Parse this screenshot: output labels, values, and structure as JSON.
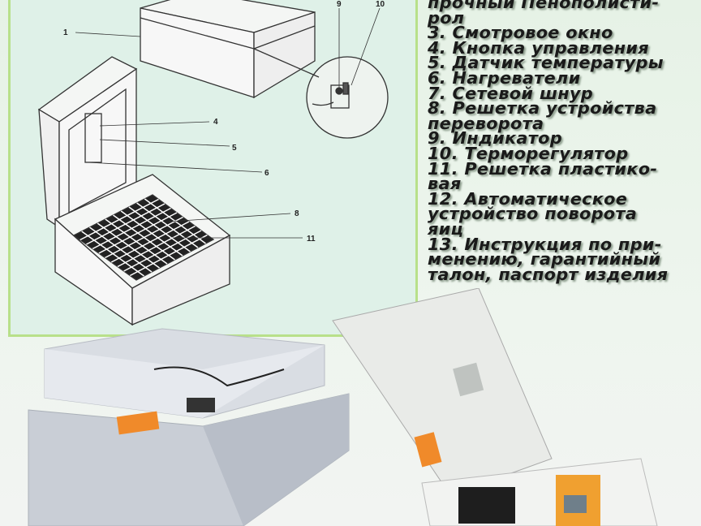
{
  "diagram": {
    "callouts": [
      "1",
      "4",
      "5",
      "6",
      "8",
      "9",
      "10",
      "11"
    ]
  },
  "legend": {
    "lines": [
      "прочный Пенополисти-",
      "рол",
      "3. Смотровое окно",
      "4. Кнопка управления",
      "5. Датчик температуры",
      "6. Нагреватели",
      "7. Сетевой шнур",
      "8. Решетка устройства",
      "переворота",
      "9. Индикатор",
      "10. Терморегулятор",
      "11. Решетка пластико-",
      "вая",
      "12. Автоматическое",
      "устройство поворота",
      "яиц",
      "13. Инструкция по при-",
      "менению, гарантийный",
      "талон, паспорт изделия"
    ]
  },
  "colors": {
    "border": "#b8e08a",
    "panel": "#dff1e8",
    "foam": "#e4e8ee",
    "label": "#f08a2a"
  }
}
